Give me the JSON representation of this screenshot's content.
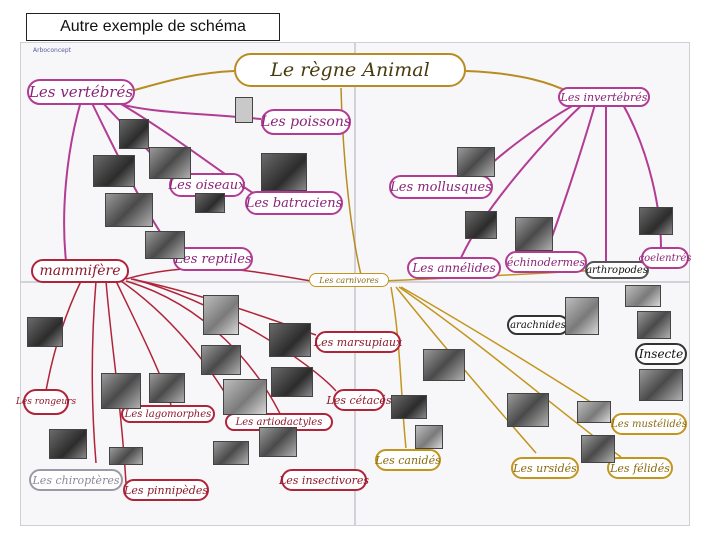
{
  "slide_title": "Autre exemple de schéma",
  "poster": {
    "credit": "Arboconcept",
    "root": "Le règne Animal",
    "groups": {
      "vertebres": "Les vertébrés",
      "invertebres": "Les invertébrés",
      "poissons": "Les poissons",
      "oiseaux": "Les oiseaux",
      "batraciens": "Les batraciens",
      "reptiles": "Les reptiles",
      "mammiferes": "mammifère",
      "mollusques": "Les mollusques",
      "annelides": "Les annélides",
      "echinodermes": "échinodermes",
      "arthropodes": "arthropodes",
      "coelentres": "coelentrés",
      "arachnides": "arachnides",
      "insecte": "Insecte",
      "carnivores": "Les carnivores",
      "marsupiaux": "Les marsupiaux",
      "cetaces": "Les cétacés",
      "rongeurs": "Les rongeurs",
      "lagomorphes": "Les lagomorphes",
      "artiodactyles": "Les artiodactyles",
      "chiropteres": "Les chiroptères",
      "pinnipedes": "Les pinnipèdes",
      "insectivores": "Les insectivores",
      "canides": "Les canidés",
      "ursides": "Les ursidés",
      "mustelides": "Les mustélidés",
      "felides": "Les félidés"
    }
  },
  "colors": {
    "root_border": "#b88c22",
    "vertebres_link": "#b23c93",
    "mammiferes_link": "#b0243a",
    "carnivores_link": "#c2961c"
  }
}
